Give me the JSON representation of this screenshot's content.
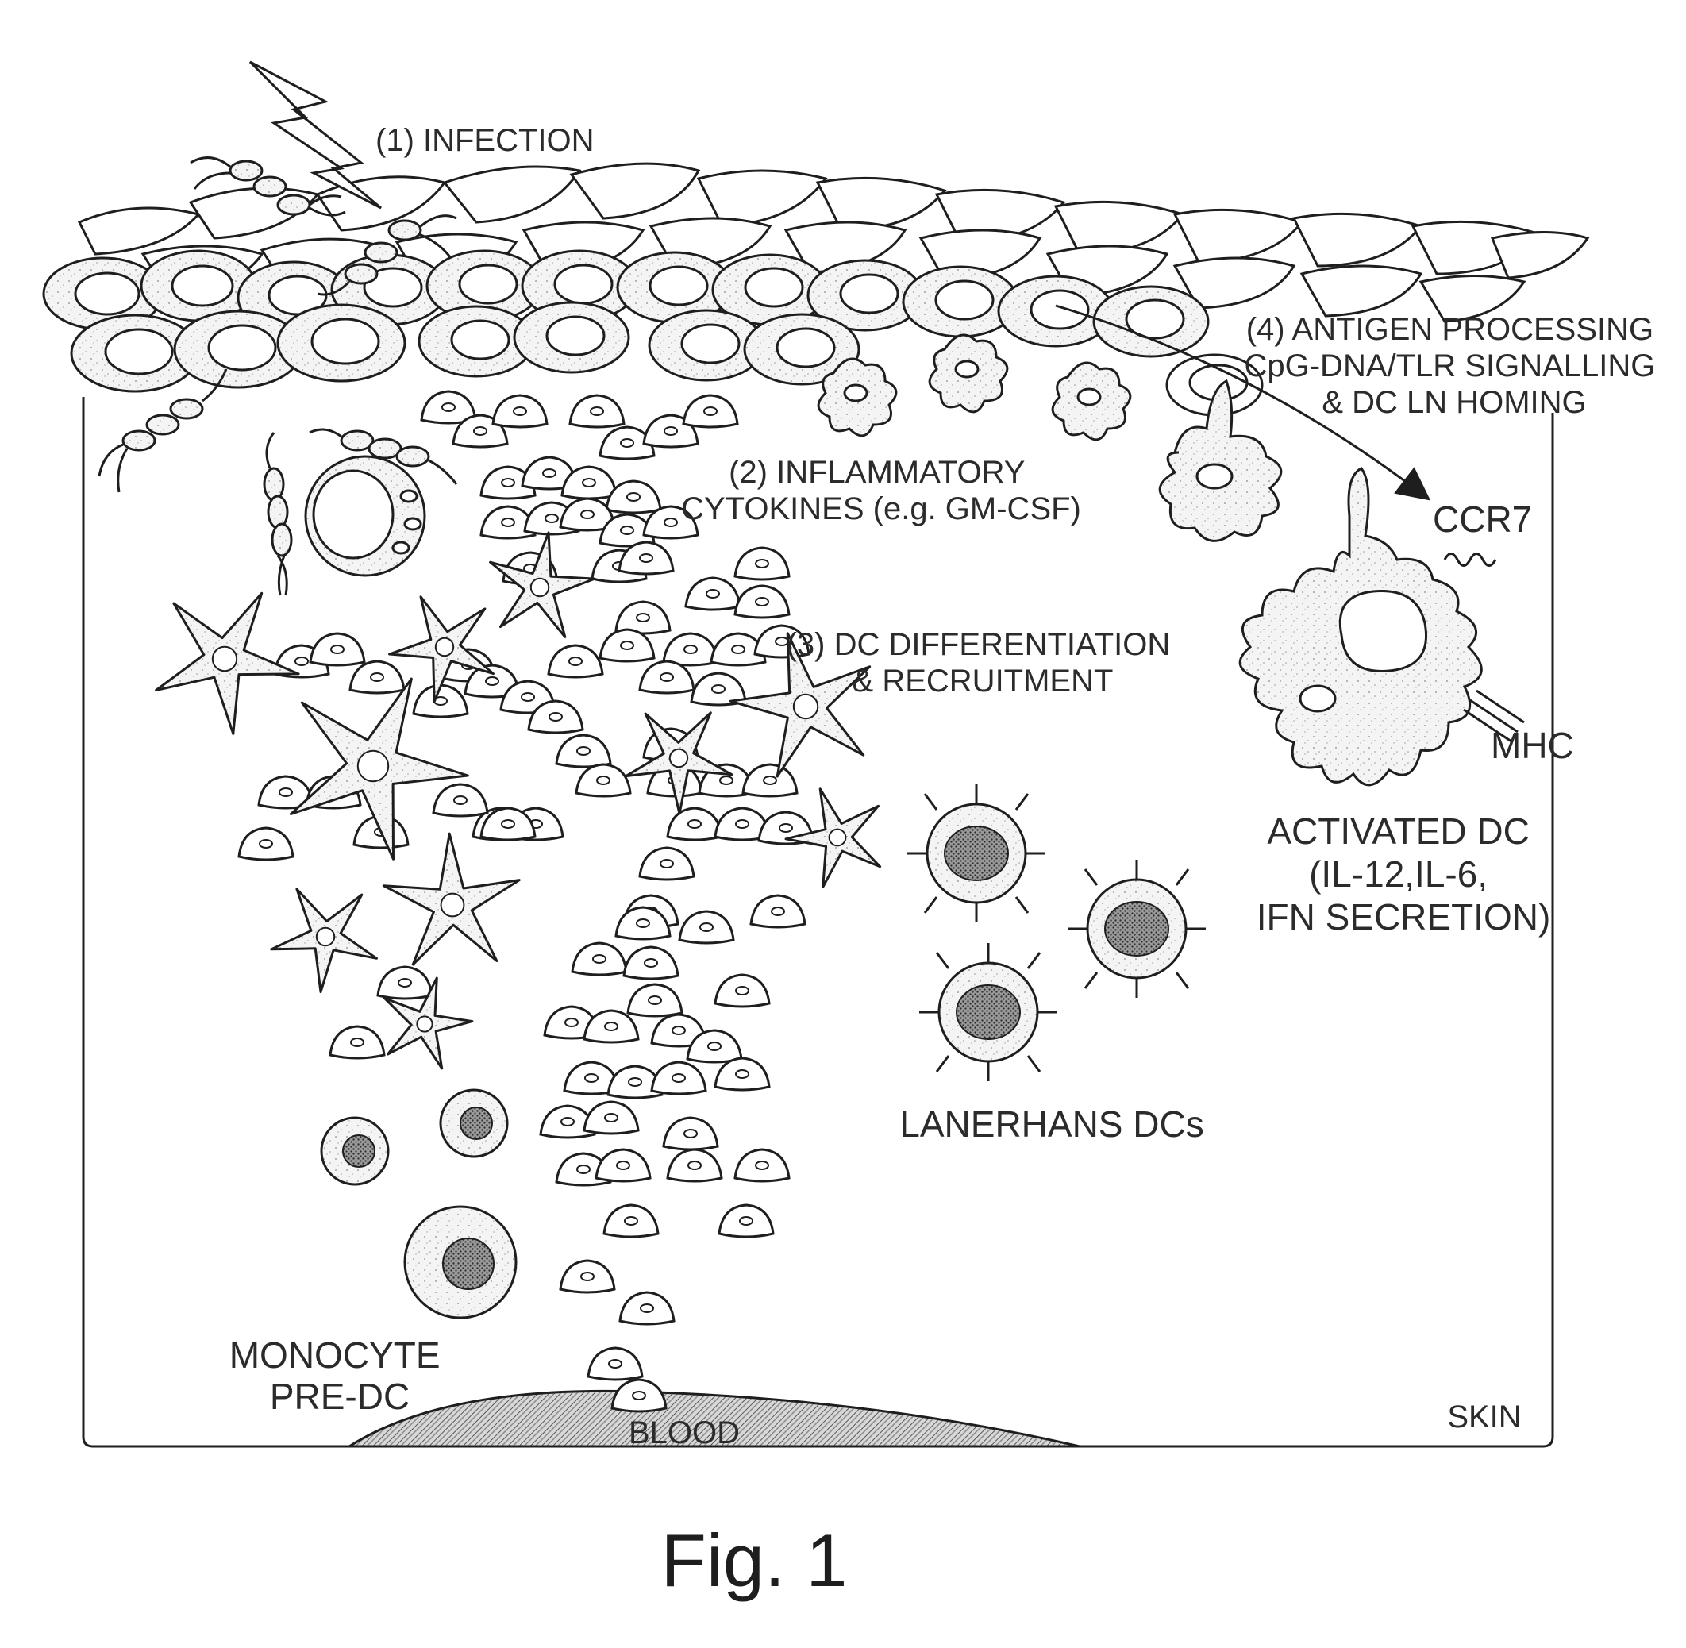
{
  "figure": {
    "caption": "Fig. 1",
    "labels": {
      "infection": "(1) INFECTION",
      "cytokines_line1": "(2) INFLAMMATORY",
      "cytokines_line2": "CYTOKINES (e.g. GM-CSF)",
      "differentiation_line1": "(3) DC DIFFERENTIATION",
      "differentiation_line2": "& RECRUITMENT",
      "antigen_line1": "(4) ANTIGEN PROCESSING",
      "antigen_line2": "CpG-DNA/TLR SIGNALLING",
      "antigen_line3": "& DC LN HOMING",
      "ccr7": "CCR7",
      "mhc": "MHC",
      "activated_line1": "ACTIVATED DC",
      "activated_line2": "(IL-12,IL-6,",
      "activated_line3": "IFN SECRETION)",
      "langerhans": "LANERHANS DCs",
      "monocyte_line1": "MONOCYTE",
      "monocyte_line2": "PRE-DC",
      "blood": "BLOOD",
      "skin": "SKIN"
    }
  }
}
